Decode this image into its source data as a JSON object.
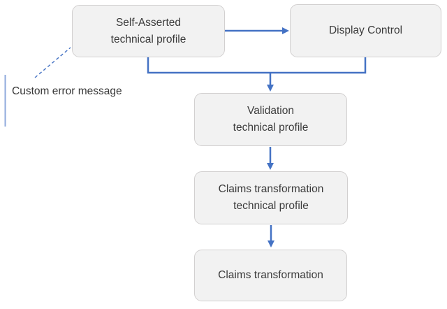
{
  "nodes": {
    "self_asserted": {
      "line1": "Self-Asserted",
      "line2": "technical profile"
    },
    "display_control": {
      "line1": "Display Control"
    },
    "validation": {
      "line1": "Validation",
      "line2": "technical profile"
    },
    "claims_transformation_profile": {
      "line1": "Claims transformation",
      "line2": "technical profile"
    },
    "claims_transformation": {
      "line1": "Claims transformation"
    }
  },
  "callout": {
    "line1": "Custom error",
    "line2": "message"
  },
  "colors": {
    "connector_blue": "#4472C4",
    "callout_bar_blue": "#8FAADC",
    "node_fill": "#F2F2F2",
    "node_border": "#D2D0D0",
    "text": "#3B3B3B",
    "background": "#FFFFFF"
  }
}
